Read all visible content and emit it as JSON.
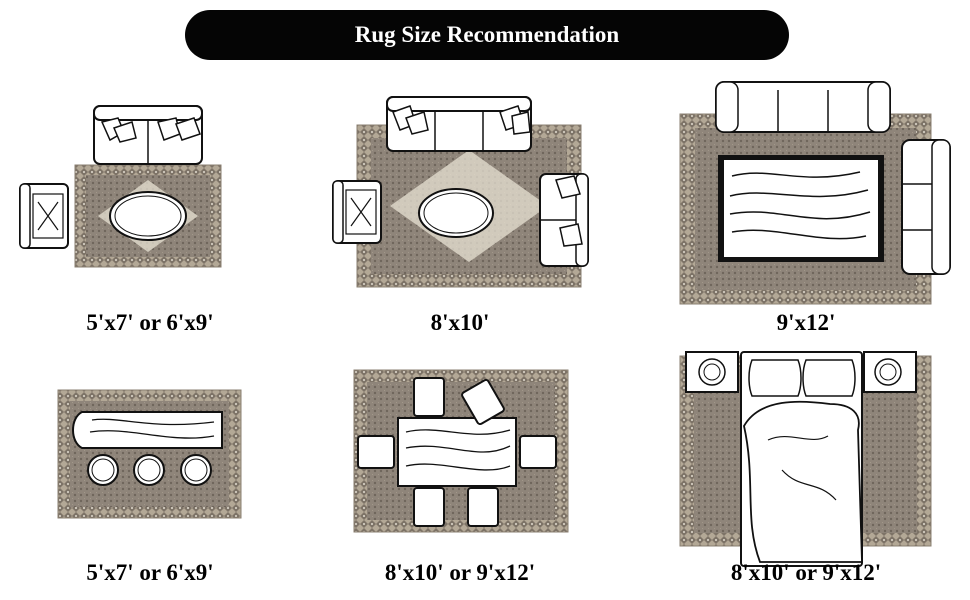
{
  "title": "Rug Size Recommendation",
  "colors": {
    "title_background": "#050505",
    "title_text": "#ffffff",
    "rug_border": "#9a8f80",
    "rug_field": "#8f857a",
    "rug_medallion": "#e7e1d3",
    "furniture_fill": "#ffffff",
    "furniture_line": "#111111"
  },
  "scenes": [
    {
      "room": "living-room-small",
      "caption": "5'x7' or 6'x9'"
    },
    {
      "room": "living-room-medium",
      "caption": "8'x10'"
    },
    {
      "room": "living-room-large",
      "caption": "9'x12'"
    },
    {
      "room": "dining-counter",
      "caption": "5'x7' or 6'x9'"
    },
    {
      "room": "dining-room",
      "caption": "8'x10' or 9'x12'"
    },
    {
      "room": "bedroom",
      "caption": "8'x10' or 9'x12'"
    }
  ]
}
